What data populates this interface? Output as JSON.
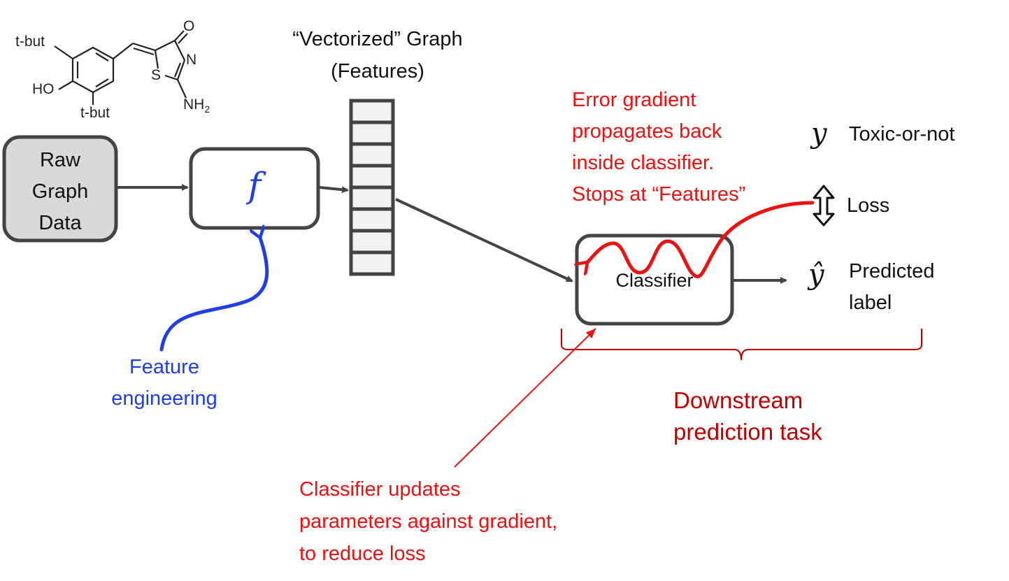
{
  "molecule": {
    "label_tbut_top": "t-but",
    "label_ho": "HO",
    "label_tbut_bottom": "t-but",
    "label_o": "O",
    "label_n": "N",
    "label_s": "S",
    "label_nh": "NH",
    "label_sub2": "2"
  },
  "nodes": {
    "raw_data_line1": "Raw",
    "raw_data_line2": "Graph",
    "raw_data_line3": "Data",
    "f_symbol": "f",
    "features_title_line1": "“Vectorized” Graph",
    "features_title_line2": "(Features)",
    "classifier": "Classifier"
  },
  "labels": {
    "feature_eng_line1": "Feature",
    "feature_eng_line2": "engineering",
    "y_symbol": "y",
    "y_text": "Toxic-or-not",
    "loss_text": "Loss",
    "yhat_symbol": "ŷ",
    "yhat_line1": "Predicted",
    "yhat_line2": "label",
    "downstream_line1": "Downstream",
    "downstream_line2": "prediction task"
  },
  "annotations": {
    "error_line1": "Error gradient",
    "error_line2": "propagates back",
    "error_line3": "inside classifier.",
    "error_line4": "Stops at “Features”",
    "update_line1": "Classifier updates",
    "update_line2": "parameters against gradient,",
    "update_line3": "to reduce loss"
  },
  "colors": {
    "box_stroke": "#444444",
    "raw_fill": "#d9d9d9",
    "vector_fill": "#f2f2f2",
    "blue": "#1f3ee6",
    "red": "#ee1111",
    "dark_red": "#c00000"
  }
}
